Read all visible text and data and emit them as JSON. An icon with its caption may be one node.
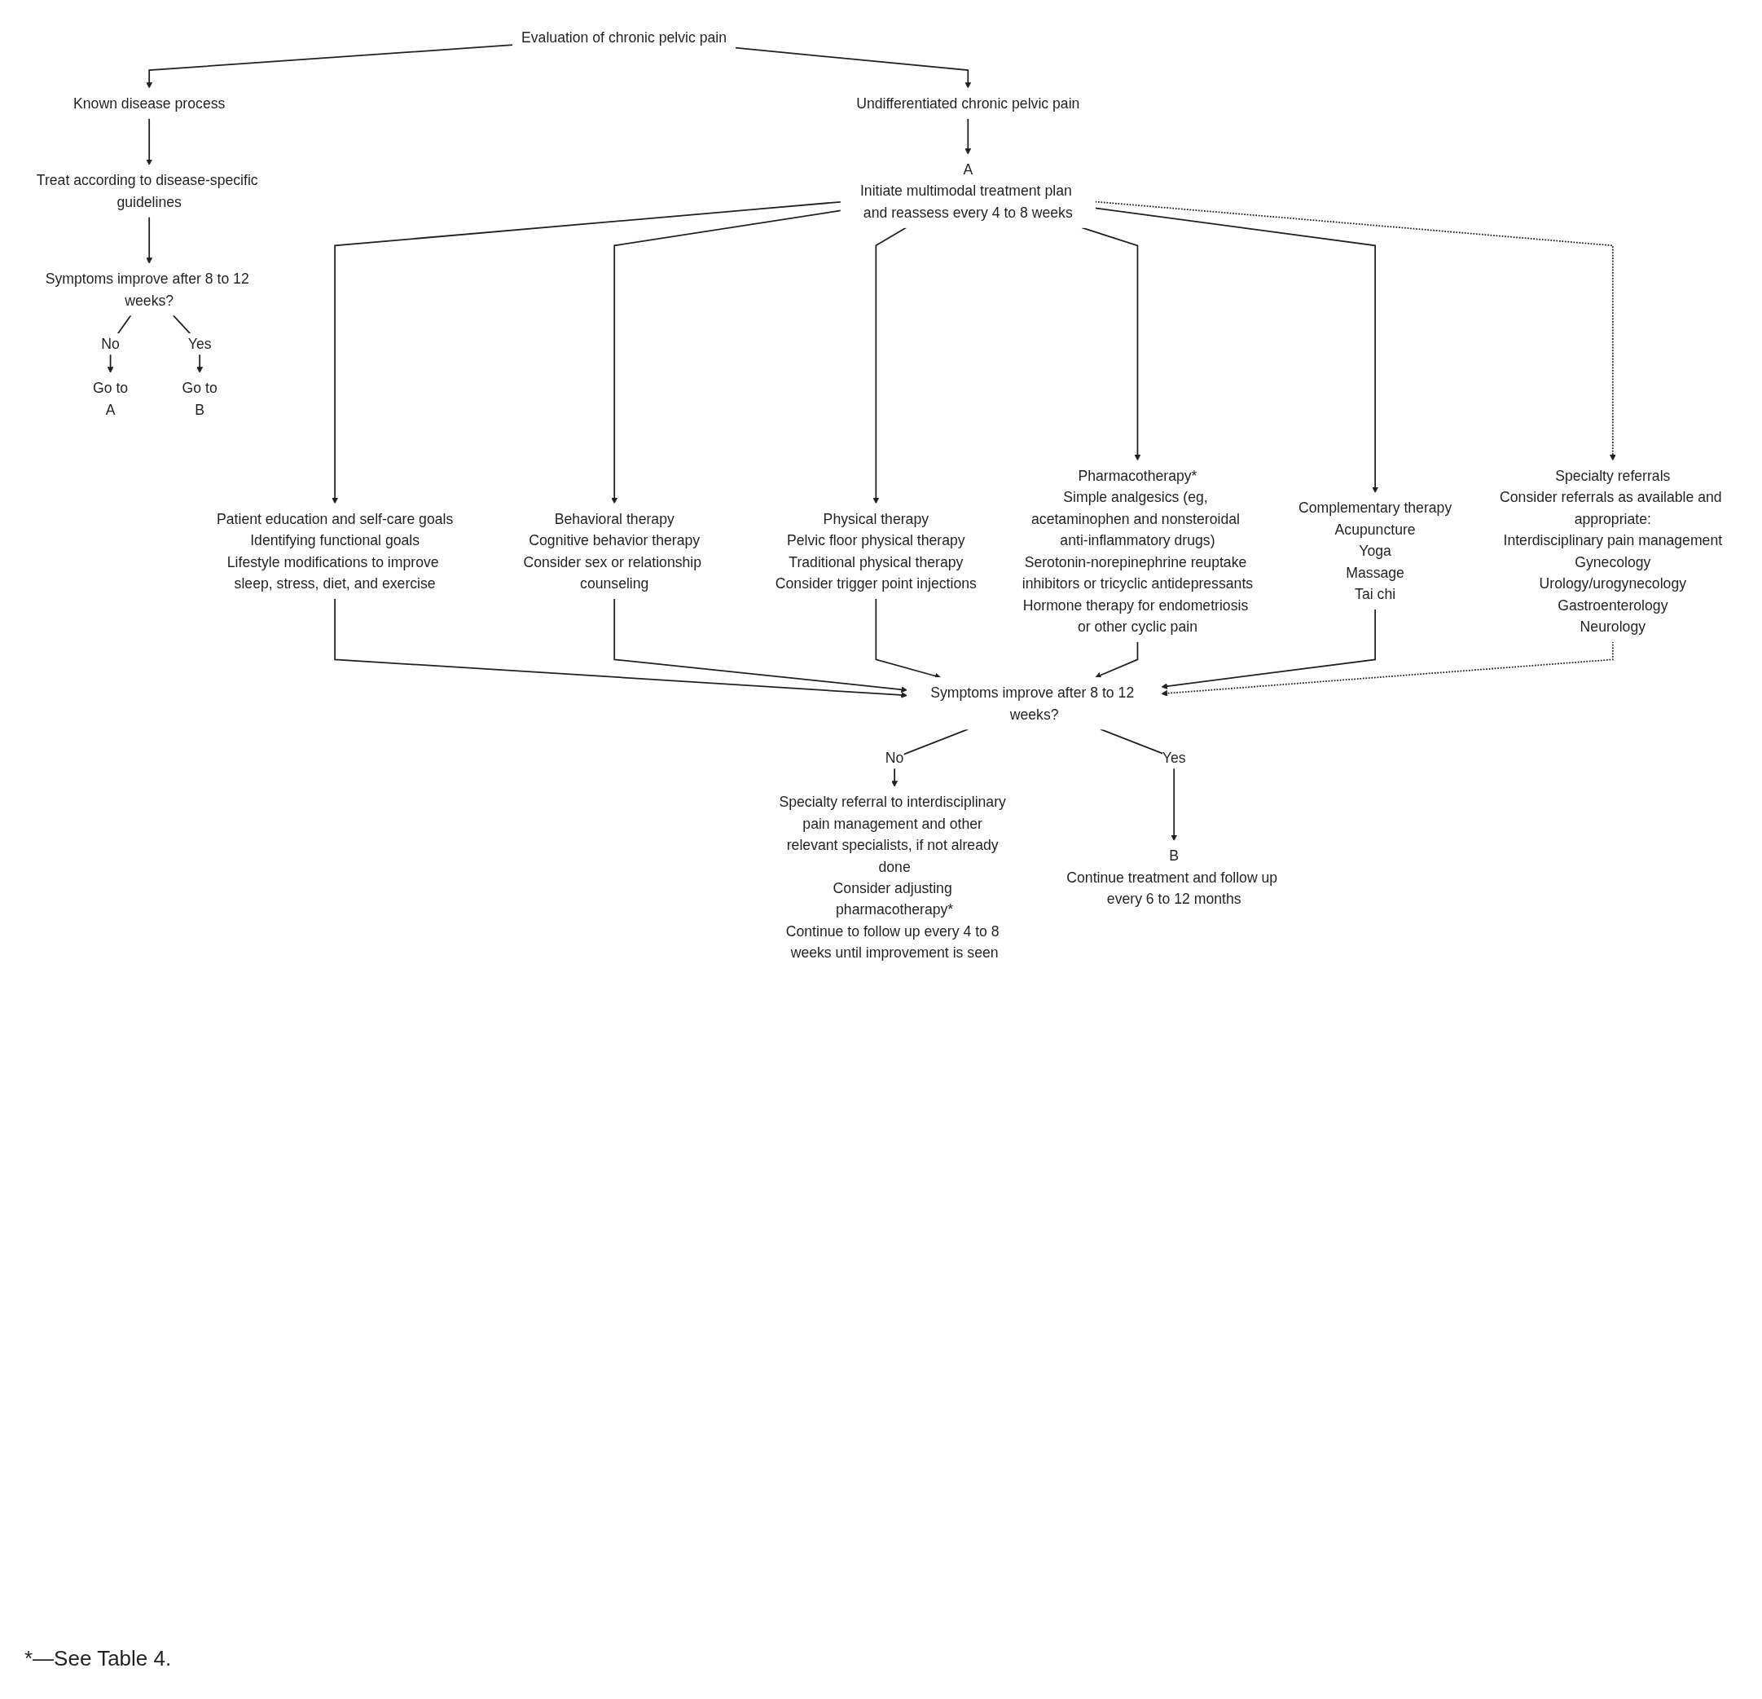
{
  "diagram": {
    "caption": "*—See Table 4.",
    "nodes": [
      {
        "text": [
          "Evaluation of chronic pelvic pain"
        ]
      },
      {
        "text": [
          "Undifferentiated chronic pelvic pain"
        ]
      },
      {
        "text": [
          "Known disease process"
        ]
      },
      {
        "text": [
          "A",
          "Initiate multimodal treatment plan and reassess every 4 to 8 weeks"
        ]
      },
      {
        "text": [
          "Treat according to disease-specific guidelines"
        ]
      },
      {
        "text": [
          "Symptoms improve after 8 to 12 weeks?"
        ]
      },
      {
        "text": [
          "Go to",
          "A"
        ]
      },
      {
        "text": [
          "Go to",
          "B"
        ]
      },
      {
        "text": [
          "Patient education and self-care goals",
          "Identifying functional goals",
          "Lifestyle modifications to improve sleep, stress, diet, and exercise"
        ]
      },
      {
        "text": [
          "Behavioral therapy",
          "Cognitive behavior therapy",
          "Consider sex or relationship counseling"
        ]
      },
      {
        "text": [
          "Physical therapy",
          "Pelvic floor physical therapy",
          "Traditional physical therapy",
          "Consider trigger point injections"
        ]
      },
      {
        "text": [
          "Pharmacotherapy*",
          "Simple analgesics (eg, acetaminophen and nonsteroidal anti-inflammatory drugs)",
          "Serotonin-norepinephrine reuptake inhibitors or tricyclic antidepressants",
          "Hormone therapy for endometriosis or other cyclic pain"
        ]
      },
      {
        "text": [
          "Complementary therapy",
          "Acupuncture",
          "Yoga",
          "Massage",
          "Tai chi"
        ]
      },
      {
        "text": [
          "Specialty referrals",
          "Consider referrals as available and appropriate:",
          "Interdisciplinary pain management",
          "Gynecology",
          "Urology/urogynecology",
          "Gastroenterology",
          "Neurology"
        ]
      },
      {
        "text": [
          "Symptoms improve after 8 to 12 weeks?"
        ]
      },
      {
        "text": [
          "Specialty referral to interdisciplinary pain management and other relevant specialists, if not already done",
          "Consider adjusting pharmacotherapy*",
          "Continue to follow up every 4 to 8 weeks until improvement is seen"
        ]
      },
      {
        "text": [
          "B",
          "Continue treatment and follow up every 6 to 12 months"
        ]
      }
    ],
    "edges": [
      {
        "from": 0,
        "to": 1,
        "arrow": "to"
      },
      {
        "from": 0,
        "to": 2,
        "arrow": "to"
      },
      {
        "from": 1,
        "to": 3,
        "arrow": "to"
      },
      {
        "from": 2,
        "to": 4,
        "arrow": "to"
      },
      {
        "from": 4,
        "to": 5,
        "arrow": "to"
      },
      {
        "from": 5,
        "to": 6,
        "arrow": "to",
        "label": "No"
      },
      {
        "from": 5,
        "to": 7,
        "arrow": "to",
        "label": "Yes"
      },
      {
        "from": 3,
        "to": 8,
        "arrow": "to"
      },
      {
        "from": 3,
        "to": 9,
        "arrow": "to"
      },
      {
        "from": 3,
        "to": 10,
        "arrow": "to"
      },
      {
        "from": 3,
        "to": 11,
        "arrow": "to"
      },
      {
        "from": 3,
        "to": 12,
        "arrow": "to"
      },
      {
        "from": 3,
        "to": 13,
        "arrow": "to",
        "style": "dashed"
      },
      {
        "from": 8,
        "to": 14,
        "arrow": "to"
      },
      {
        "from": 9,
        "to": 14,
        "arrow": "to"
      },
      {
        "from": 10,
        "to": 14,
        "arrow": "to"
      },
      {
        "from": 11,
        "to": 14,
        "arrow": "to"
      },
      {
        "from": 12,
        "to": 14,
        "arrow": "to"
      },
      {
        "from": 13,
        "to": 14,
        "arrow": "to",
        "style": "dashed"
      },
      {
        "from": 14,
        "to": 15,
        "arrow": "to",
        "label": "No"
      },
      {
        "from": 14,
        "to": 16,
        "arrow": "to",
        "label": "Yes"
      }
    ]
  }
}
